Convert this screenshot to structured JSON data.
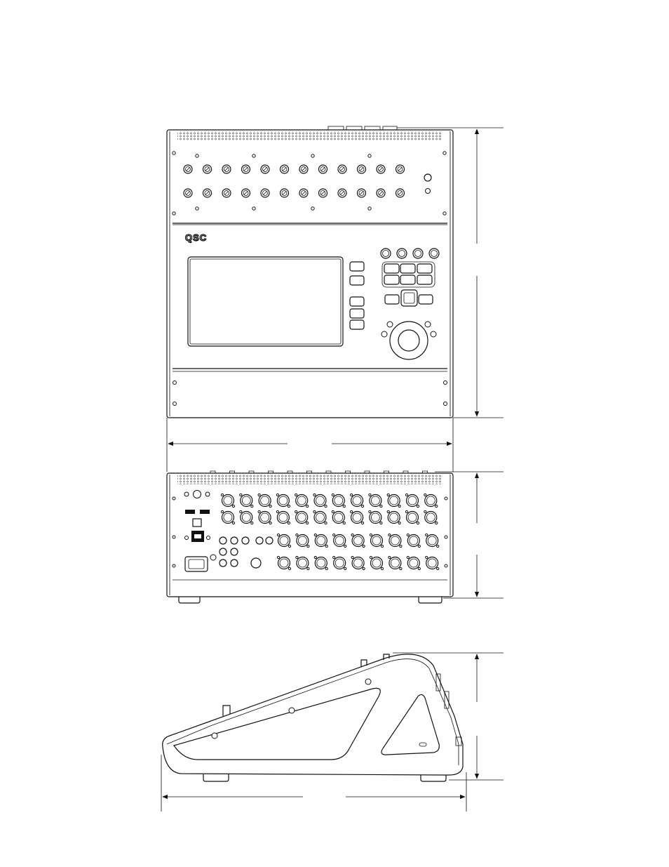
{
  "drawing": {
    "brand_logo": "QSC",
    "views": [
      "front-top",
      "rear",
      "side"
    ],
    "colors": {
      "line": "#111111",
      "background": "#ffffff"
    }
  }
}
